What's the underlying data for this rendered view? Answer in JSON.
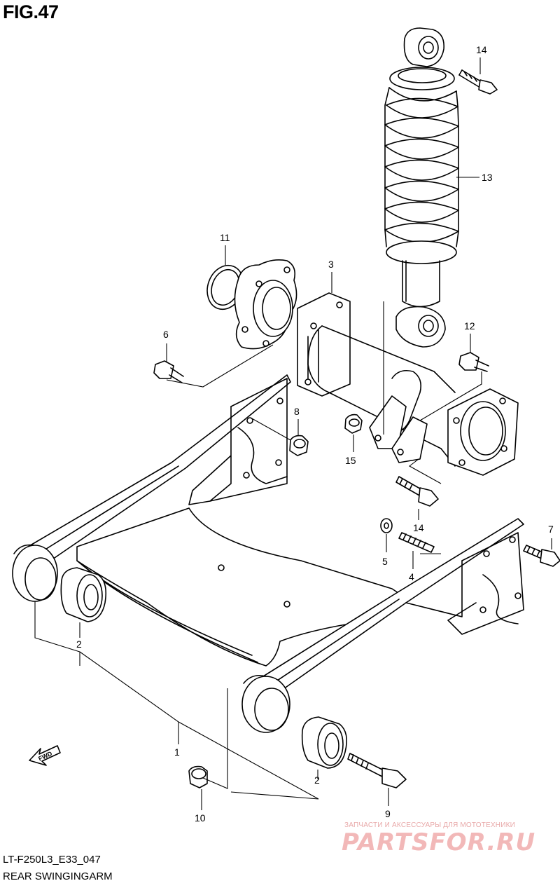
{
  "figure": {
    "title": "FIG.47",
    "model_code": "LT-F250L3_E33_047",
    "section_name": "REAR SWINGINGARM",
    "direction_arrow": "FWD"
  },
  "watermark": {
    "line1": "ЗАПЧАСТИ И АКСЕССУАРЫ ДЛЯ МОТОТЕХНИКИ",
    "logo": "PARTSFOR.RU"
  },
  "callouts": {
    "c1": "1",
    "c2a": "2",
    "c2b": "2",
    "c3": "3",
    "c4": "4",
    "c5": "5",
    "c6": "6",
    "c7": "7",
    "c8": "8",
    "c9": "9",
    "c10": "10",
    "c11": "11",
    "c12": "12",
    "c13": "13",
    "c14a": "14",
    "c14b": "14",
    "c15": "15"
  },
  "colors": {
    "line": "#000000",
    "background": "#ffffff",
    "watermark": "#f2b8b8"
  }
}
